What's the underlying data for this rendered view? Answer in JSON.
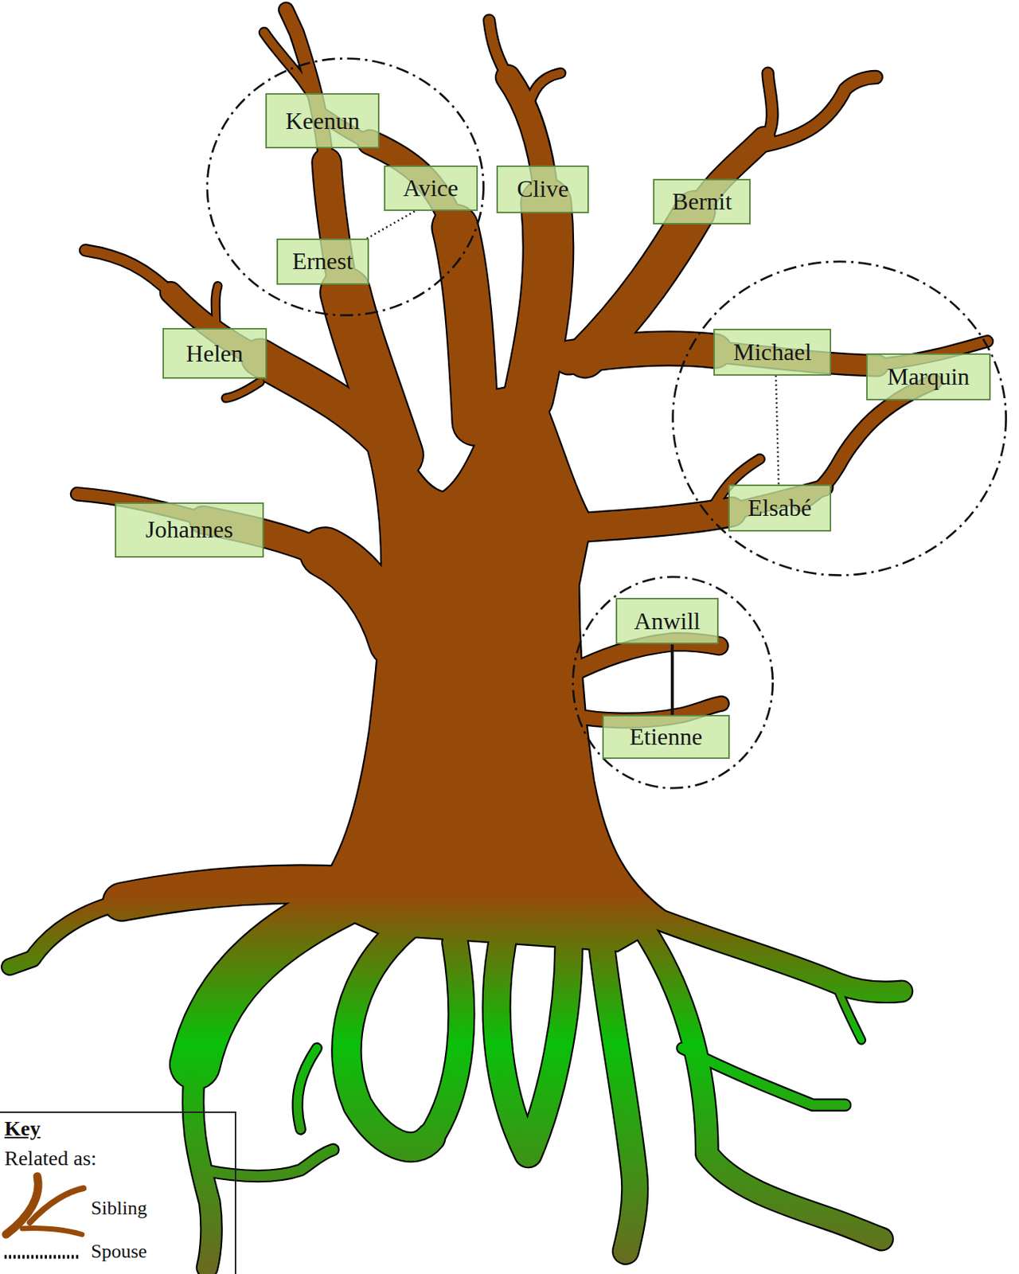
{
  "diagram": {
    "nodes": [
      {
        "text": [
          "Keenun"
        ]
      },
      {
        "text": [
          "Avice"
        ]
      },
      {
        "text": [
          "Clive"
        ]
      },
      {
        "text": [
          "Bernit"
        ]
      },
      {
        "text": [
          "Ernest"
        ]
      },
      {
        "text": [
          "Helen"
        ]
      },
      {
        "text": [
          "Michael"
        ]
      },
      {
        "text": [
          "Marquin"
        ]
      },
      {
        "text": [
          "Elsabé"
        ]
      },
      {
        "text": [
          "Johannes"
        ]
      },
      {
        "text": [
          "Anwill"
        ]
      },
      {
        "text": [
          "Etienne"
        ]
      }
    ],
    "edges": [
      {
        "from": 1,
        "to": 4,
        "arrow": "none"
      },
      {
        "from": 6,
        "to": 8,
        "arrow": "none"
      },
      {
        "from": 10,
        "to": 11,
        "arrow": "none"
      }
    ],
    "labels": [
      "Key",
      "Related as:"
    ],
    "legend": [
      {
        "text": "Sibling"
      },
      {
        "text": "Spouse"
      }
    ]
  }
}
